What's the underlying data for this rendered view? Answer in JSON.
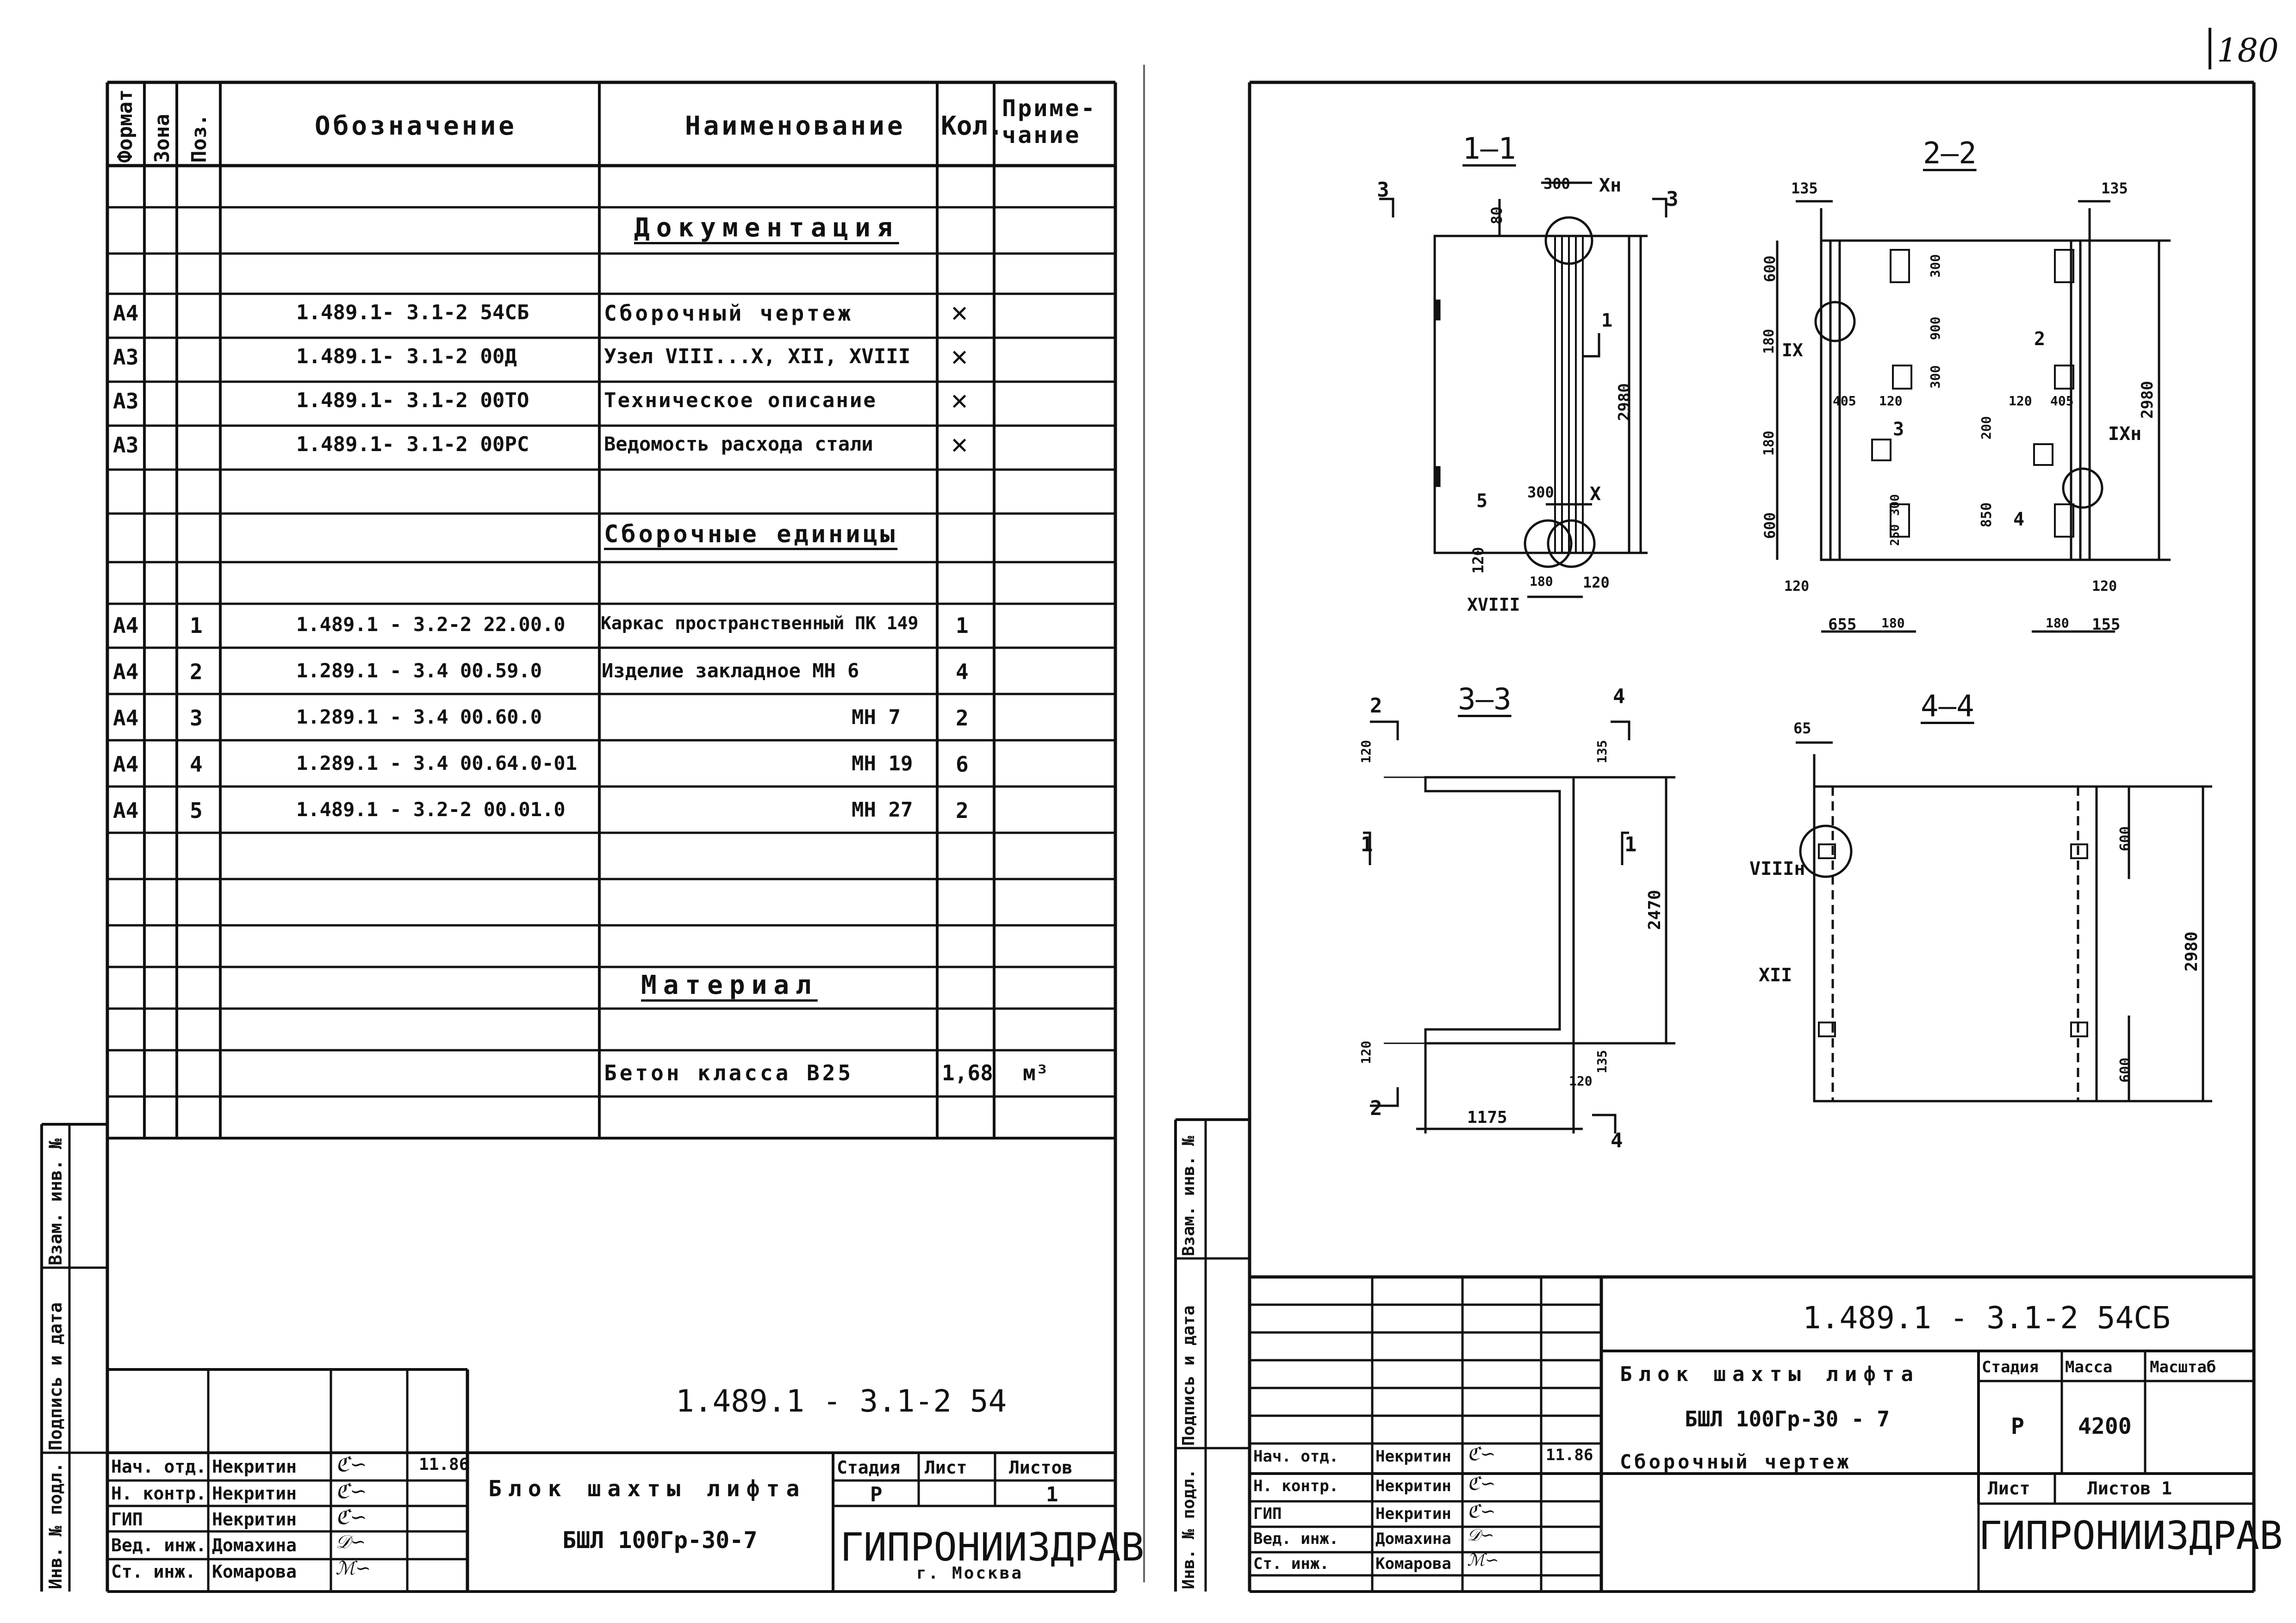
{
  "page_number": "180",
  "left_sheet": {
    "headers": {
      "format": "Формат",
      "zone": "Зона",
      "pos": "Поз.",
      "designation": "Обозначение",
      "name": "Наименование",
      "qty": "Кол.",
      "note": "Приме-чание"
    },
    "sections": {
      "documentation": "Документация",
      "assembly_units": "Сборочные единицы",
      "material": "Материал"
    },
    "doc_rows": [
      {
        "format": "А4",
        "designation": "1.489.1- 3.1-2 54СБ",
        "name": "Сборочный чертеж",
        "mark": "✕"
      },
      {
        "format": "А3",
        "designation": "1.489.1- 3.1-2 00Д",
        "name": "Узел VIII...X, XII, XVIII",
        "mark": "✕"
      },
      {
        "format": "А3",
        "designation": "1.489.1- 3.1-2 00ТО",
        "name": "Техническое описание",
        "mark": "✕"
      },
      {
        "format": "А3",
        "designation": "1.489.1- 3.1-2 00РС",
        "name": "Ведомость расхода стали",
        "mark": "✕"
      }
    ],
    "unit_rows": [
      {
        "format": "А4",
        "pos": "1",
        "designation": "1.489.1 - 3.2-2 22.00.0",
        "name": "Каркас пространственный ПК 149",
        "qty": "1"
      },
      {
        "format": "А4",
        "pos": "2",
        "designation": "1.289.1 - 3.4 00.59.0",
        "name": "Изделие закладное МН 6",
        "qty": "4"
      },
      {
        "format": "А4",
        "pos": "3",
        "designation": "1.289.1 - 3.4 00.60.0",
        "name": "МН 7",
        "qty": "2"
      },
      {
        "format": "А4",
        "pos": "4",
        "designation": "1.289.1 - 3.4 00.64.0-01",
        "name": "МН 19",
        "qty": "6"
      },
      {
        "format": "А4",
        "pos": "5",
        "designation": "1.489.1 - 3.2-2 00.01.0",
        "name": "МН 27",
        "qty": "2"
      }
    ],
    "material_row": {
      "name": "Бетон класса В25",
      "qty": "1,68",
      "unit": "м³"
    },
    "side_stamp": [
      "Взам. инв. №",
      "Подпись и дата",
      "Инв. № подл."
    ],
    "title_block": {
      "doc_number": "1.489.1 - 3.1-2 54",
      "title_line1": "Блок шахты лифта",
      "title_line2": "БШЛ 100Гр-30-7",
      "stage_label": "Стадия",
      "sheet_label": "Лист",
      "sheets_label": "Листов",
      "stage": "Р",
      "sheets": "1",
      "org": "ГИПРОНИИЗДРАВ",
      "city": "г. Москва",
      "date": "11.86",
      "roles": [
        {
          "role": "Нач. отд.",
          "name": "Некритин"
        },
        {
          "role": "Н. контр.",
          "name": "Некритин"
        },
        {
          "role": "ГИП",
          "name": "Некритин"
        },
        {
          "role": "Вед. инж.",
          "name": "Домахина"
        },
        {
          "role": "Ст. инж.",
          "name": "Комарова"
        }
      ]
    }
  },
  "right_sheet": {
    "section_labels": {
      "s11": "1—1",
      "s22": "2—2",
      "s33": "3—3",
      "s44": "4—4"
    },
    "dimensions": {
      "d300a": "300",
      "d80": "80",
      "d2980a": "2980",
      "d300b": "300",
      "d180a": "180",
      "d120a": "120",
      "d120b": "120",
      "d135a": "135",
      "d135b": "135",
      "d600a": "600",
      "d180b": "180",
      "d180c": "180",
      "d600b": "600",
      "d300c": "300",
      "d900": "900",
      "d300d": "300",
      "d405a": "405",
      "d120c": "120",
      "d120d": "120",
      "d405b": "405",
      "d200": "200",
      "d850": "850",
      "d250": "250",
      "d300e": "300",
      "d2980b": "2980",
      "d120e": "120",
      "d655": "655",
      "d180d": "180",
      "d180e": "180",
      "d155": "155",
      "d120f": "120",
      "d120g": "120",
      "d135c": "135",
      "d2470": "2470",
      "d120h": "120",
      "d120i": "120",
      "d135d": "135",
      "d1175": "1175",
      "d65": "65",
      "d600c": "600",
      "d2980c": "2980",
      "d600d": "600"
    },
    "callouts": {
      "xh": "Xн",
      "x": "X",
      "xviii": "XVIII",
      "ix": "IX",
      "ixh": "IXн",
      "viiih": "VIIIн",
      "xii": "XII",
      "p1": "1",
      "p2": "2",
      "p3": "3",
      "p4": "4",
      "p5": "5",
      "c3a": "3",
      "c3b": "3",
      "c1a": "1",
      "c1b": "1",
      "c2a": "2",
      "c2b": "2",
      "c4a": "4",
      "c4b": "4"
    },
    "side_stamp": [
      "Взам. инв. №",
      "Подпись и дата",
      "Инв. № подл."
    ],
    "title_block": {
      "doc_number": "1.489.1 - 3.1-2 54СБ",
      "title_line1": "Блок шахты лифта",
      "title_line2": "БШЛ 100Гр-30 - 7",
      "title_line3": "Сборочный чертеж",
      "stage_label": "Стадия",
      "mass_label": "Масса",
      "scale_label": "Масштаб",
      "stage": "Р",
      "mass": "4200",
      "sheet_label": "Лист",
      "sheets_label": "Листов 1",
      "org": "ГИПРОНИИЗДРАВ",
      "date": "11.86",
      "roles": [
        {
          "role": "Нач. отд.",
          "name": "Некритин"
        },
        {
          "role": "Н. контр.",
          "name": "Некритин"
        },
        {
          "role": "ГИП",
          "name": "Некритин"
        },
        {
          "role": "Вед. инж.",
          "name": "Домахина"
        },
        {
          "role": "Ст. инж.",
          "name": "Комарова"
        }
      ]
    }
  }
}
